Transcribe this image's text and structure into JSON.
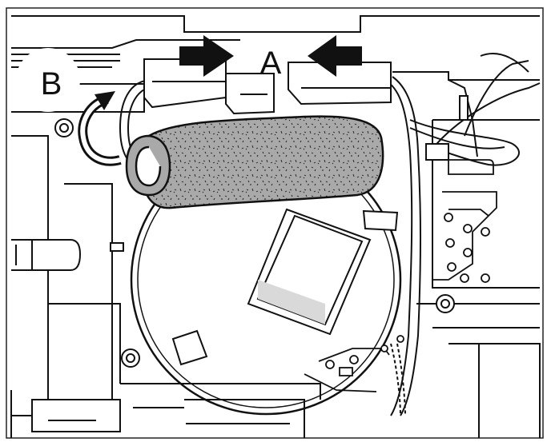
{
  "figure": {
    "callouts": {
      "a": "A",
      "b": "B"
    },
    "colors": {
      "line": "#111111",
      "paper": "#ffffff",
      "foam": "#a9a9a9",
      "arrow": "#111111"
    },
    "icons": [
      "double-pinch-arrow",
      "curved-rotate-arrow"
    ]
  }
}
